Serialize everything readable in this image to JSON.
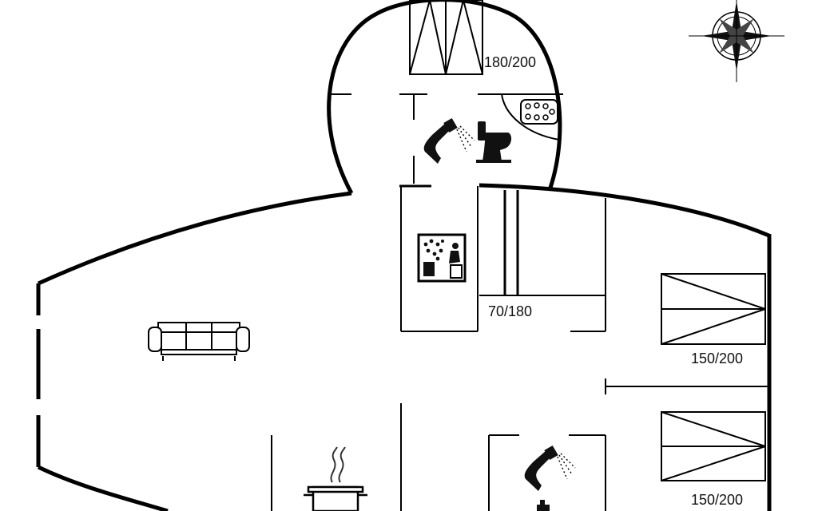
{
  "plan": {
    "bed_labels": {
      "top_bedroom": "180/200",
      "right_bedroom_upper": "150/200",
      "right_bedroom_lower": "150/200",
      "bunk_single": "70/180"
    },
    "icons": [
      "compass-icon",
      "shower-icon",
      "toilet-icon",
      "hot-tub-icon",
      "sauna-icon",
      "sofa-icon",
      "cooking-pot-icon"
    ]
  }
}
